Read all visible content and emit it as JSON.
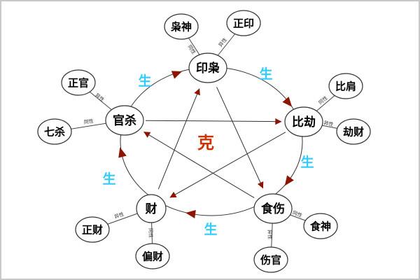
{
  "diagram": {
    "title": "bazi-ten-gods-cycle",
    "labels": {
      "ke": "克",
      "sheng": "生",
      "tongxing": "同性",
      "yixing": "异性"
    },
    "nodes": {
      "yinxiao": "印枭",
      "bijie": "比劫",
      "shishang": "食伤",
      "cai": "财",
      "guansha": "官杀"
    },
    "satellites": {
      "xiaoshen": "枭神",
      "zhengyin": "正印",
      "bijian": "比肩",
      "jiecai": "劫财",
      "shishen": "食神",
      "shangguan": "伤官",
      "zhengcai": "正财",
      "piancai": "偏财",
      "zhengguan": "正官",
      "qisha": "七杀"
    },
    "colors": {
      "sheng": "#33ccff",
      "ke": "#cc3300",
      "arrow": "#8b1500",
      "line": "#333333"
    },
    "cycles": {
      "generate_order": "印枭→比劫→食伤→财→官杀→印枭",
      "overcome_order": "印枭→食伤→官杀→比劫→财→印枭"
    }
  }
}
